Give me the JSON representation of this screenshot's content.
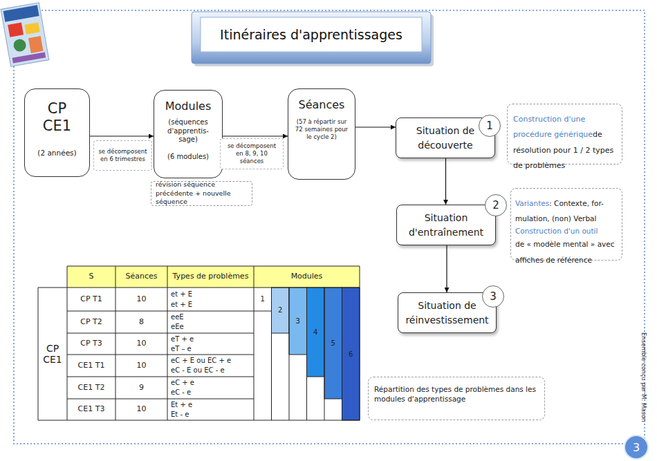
{
  "diagram": {
    "title": "Itinéraires d'apprentissages",
    "nodes": [
      {
        "text": [
          "CP CE1",
          "(2 années)"
        ]
      },
      {
        "text": [
          "Modules",
          "(séquences d'apprentis- sage)",
          "(6 modules)"
        ]
      },
      {
        "text": [
          "Séances",
          "(57 à répartir sur 72 semaines pour le cycle 2)"
        ]
      },
      {
        "text": [
          "révision séquence précédente + nouvelle séquence"
        ]
      },
      {
        "text": [
          "Situation de découverte"
        ]
      },
      {
        "text": [
          "1"
        ]
      },
      {
        "text": [
          "Construction d'une procédure générique",
          "de résolution pour 1 / 2 types de problèmes"
        ]
      },
      {
        "text": [
          "Situation d'entraînement"
        ]
      },
      {
        "text": [
          "2"
        ]
      },
      {
        "text": [
          "Variantes",
          ": Contexte, for- mulation, (non) Verbal",
          "Construction d'un outil",
          "de « modèle mental » avec affiches de référence"
        ]
      },
      {
        "text": [
          "Situation de réinvestissement"
        ]
      },
      {
        "text": [
          "3"
        ]
      },
      {
        "text": [
          "Répartition des types de problèmes dans les modules d'apprentissage"
        ]
      },
      {
        "text": [
          "3"
        ]
      }
    ],
    "edges": [
      {
        "from": 0,
        "to": 1,
        "arrow": "to",
        "label": "se décomposent en 6 trimestres"
      },
      {
        "from": 1,
        "to": 2,
        "arrow": "to",
        "label": "se décomposent en 8, 9, 10 séances"
      },
      {
        "from": 2,
        "to": 4,
        "arrow": "to"
      },
      {
        "from": 4,
        "to": 7,
        "arrow": "to"
      },
      {
        "from": 7,
        "to": 10,
        "arrow": "to"
      }
    ],
    "labels": [
      "S",
      "Séances",
      "Types de problèmes",
      "Modules",
      "CP CE1",
      "CP T1",
      "10",
      "et + E",
      "et + E",
      "CP T2",
      "8",
      "eeE",
      "eEe",
      "CP T3",
      "10",
      "eT + e",
      "eT – e",
      "CE1 T1",
      "10",
      "eC + E ou EC + e",
      "eC - E ou EC - e",
      "CE1 T2",
      "9",
      "eC + e",
      "eC - e",
      "CE1 T3",
      "10",
      "Et + e",
      "Et - e",
      "1",
      "2",
      "3",
      "4",
      "5",
      "6",
      "Ensemble conçu par M. Mason"
    ]
  }
}
